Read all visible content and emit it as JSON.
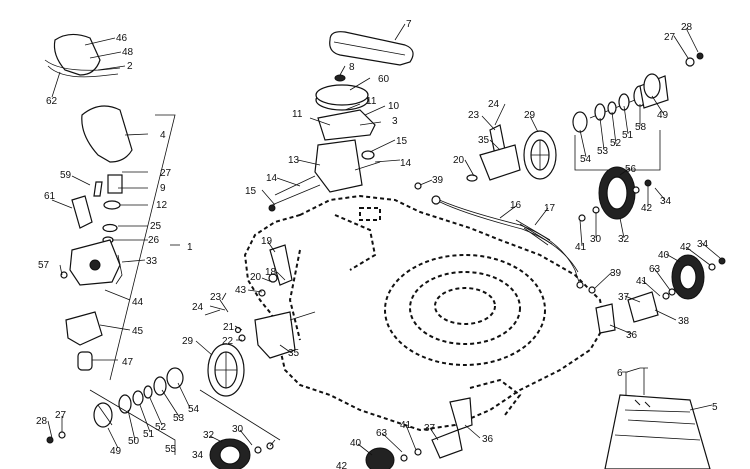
{
  "diagram": {
    "callouts": [
      {
        "id": "c-46-top",
        "text": "46"
      },
      {
        "id": "c-48-top",
        "text": "48"
      },
      {
        "id": "c-2",
        "text": "2"
      },
      {
        "id": "c-62",
        "text": "62"
      },
      {
        "id": "c-4",
        "text": "4"
      },
      {
        "id": "c-27-left",
        "text": "27"
      },
      {
        "id": "c-59",
        "text": "59"
      },
      {
        "id": "c-9",
        "text": "9"
      },
      {
        "id": "c-12",
        "text": "12"
      },
      {
        "id": "c-61",
        "text": "61"
      },
      {
        "id": "c-25",
        "text": "25"
      },
      {
        "id": "c-26",
        "text": "26"
      },
      {
        "id": "c-1",
        "text": "1"
      },
      {
        "id": "c-57",
        "text": "57"
      },
      {
        "id": "c-33",
        "text": "33"
      },
      {
        "id": "c-44",
        "text": "44"
      },
      {
        "id": "c-45",
        "text": "45"
      },
      {
        "id": "c-47",
        "text": "47"
      },
      {
        "id": "c-7",
        "text": "7"
      },
      {
        "id": "c-8",
        "text": "8"
      },
      {
        "id": "c-60",
        "text": "60"
      },
      {
        "id": "c-11a",
        "text": "11"
      },
      {
        "id": "c-11b",
        "text": "11"
      },
      {
        "id": "c-10",
        "text": "10"
      },
      {
        "id": "c-3",
        "text": "3"
      },
      {
        "id": "c-15a",
        "text": "15"
      },
      {
        "id": "c-13",
        "text": "13"
      },
      {
        "id": "c-14a",
        "text": "14"
      },
      {
        "id": "c-14b",
        "text": "14"
      },
      {
        "id": "c-15b",
        "text": "15"
      },
      {
        "id": "c-19",
        "text": "19"
      },
      {
        "id": "c-18",
        "text": "18"
      },
      {
        "id": "c-20-mid",
        "text": "20"
      },
      {
        "id": "c-43",
        "text": "43"
      },
      {
        "id": "c-24-mid",
        "text": "24"
      },
      {
        "id": "c-23-mid",
        "text": "23"
      },
      {
        "id": "c-21",
        "text": "21"
      },
      {
        "id": "c-22",
        "text": "22"
      },
      {
        "id": "c-29-left",
        "text": "29"
      },
      {
        "id": "c-35-mid",
        "text": "35"
      },
      {
        "id": "c-28-bl",
        "text": "28"
      },
      {
        "id": "c-27-bl",
        "text": "27"
      },
      {
        "id": "c-49-bl",
        "text": "49"
      },
      {
        "id": "c-50",
        "text": "50"
      },
      {
        "id": "c-51-bl",
        "text": "51"
      },
      {
        "id": "c-52-bl",
        "text": "52"
      },
      {
        "id": "c-53-bl",
        "text": "53"
      },
      {
        "id": "c-54-bl",
        "text": "54"
      },
      {
        "id": "c-55",
        "text": "55"
      },
      {
        "id": "c-32-bl",
        "text": "32"
      },
      {
        "id": "c-30-bl",
        "text": "30"
      },
      {
        "id": "c-34-bl",
        "text": "34"
      },
      {
        "id": "c-40-bot",
        "text": "40"
      },
      {
        "id": "c-63-bot",
        "text": "63"
      },
      {
        "id": "c-41-bot",
        "text": "41"
      },
      {
        "id": "c-37-bot",
        "text": "37"
      },
      {
        "id": "c-36-bot",
        "text": "36"
      },
      {
        "id": "c-24-tr",
        "text": "24"
      },
      {
        "id": "c-23-tr",
        "text": "23"
      },
      {
        "id": "c-29-tr",
        "text": "29"
      },
      {
        "id": "c-35-tr",
        "text": "35"
      },
      {
        "id": "c-20-tr",
        "text": "20"
      },
      {
        "id": "c-39a",
        "text": "39"
      },
      {
        "id": "c-16",
        "text": "16"
      },
      {
        "id": "c-17",
        "text": "17"
      },
      {
        "id": "c-28-tr",
        "text": "28"
      },
      {
        "id": "c-27-tr",
        "text": "27"
      },
      {
        "id": "c-49-tr",
        "text": "49"
      },
      {
        "id": "c-54-tr",
        "text": "54"
      },
      {
        "id": "c-53-tr",
        "text": "53"
      },
      {
        "id": "c-52-tr",
        "text": "52"
      },
      {
        "id": "c-51-tr",
        "text": "51"
      },
      {
        "id": "c-58",
        "text": "58"
      },
      {
        "id": "c-56",
        "text": "56"
      },
      {
        "id": "c-42-tr",
        "text": "42"
      },
      {
        "id": "c-34-tr",
        "text": "34"
      },
      {
        "id": "c-41-tr",
        "text": "41"
      },
      {
        "id": "c-30-tr",
        "text": "30"
      },
      {
        "id": "c-32-tr",
        "text": "32"
      },
      {
        "id": "c-40-r",
        "text": "40"
      },
      {
        "id": "c-42-r",
        "text": "42"
      },
      {
        "id": "c-34-r",
        "text": "34"
      },
      {
        "id": "c-39b",
        "text": "39"
      },
      {
        "id": "c-63-r",
        "text": "63"
      },
      {
        "id": "c-41-r",
        "text": "41"
      },
      {
        "id": "c-37-r",
        "text": "37"
      },
      {
        "id": "c-38",
        "text": "38"
      },
      {
        "id": "c-36-r",
        "text": "36"
      },
      {
        "id": "c-6",
        "text": "6"
      },
      {
        "id": "c-5",
        "text": "5"
      },
      {
        "id": "c-42-bot",
        "text": "42"
      }
    ]
  }
}
